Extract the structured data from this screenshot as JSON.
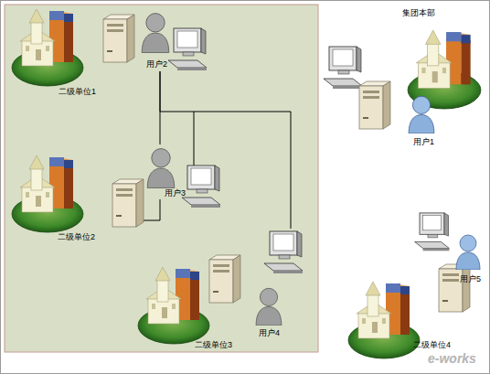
{
  "diagram": {
    "nodes": [
      {
        "text": [
          "二级单位1"
        ]
      },
      {
        "text": [
          "用户2"
        ]
      },
      {
        "text": [
          "用户3"
        ]
      },
      {
        "text": [
          "二级单位2"
        ]
      },
      {
        "text": [
          "二级单位3"
        ]
      },
      {
        "text": [
          "用户4"
        ]
      },
      {
        "text": [
          "用户1"
        ]
      },
      {
        "text": [
          "用户5"
        ]
      },
      {
        "text": [
          "二级单位4"
        ]
      }
    ],
    "edges": [
      {
        "from": 1,
        "to": 2,
        "arrow": "none"
      },
      {
        "from": 1,
        "to": 5,
        "arrow": "none"
      }
    ],
    "labels": [
      "集团本部",
      "e-works"
    ]
  }
}
